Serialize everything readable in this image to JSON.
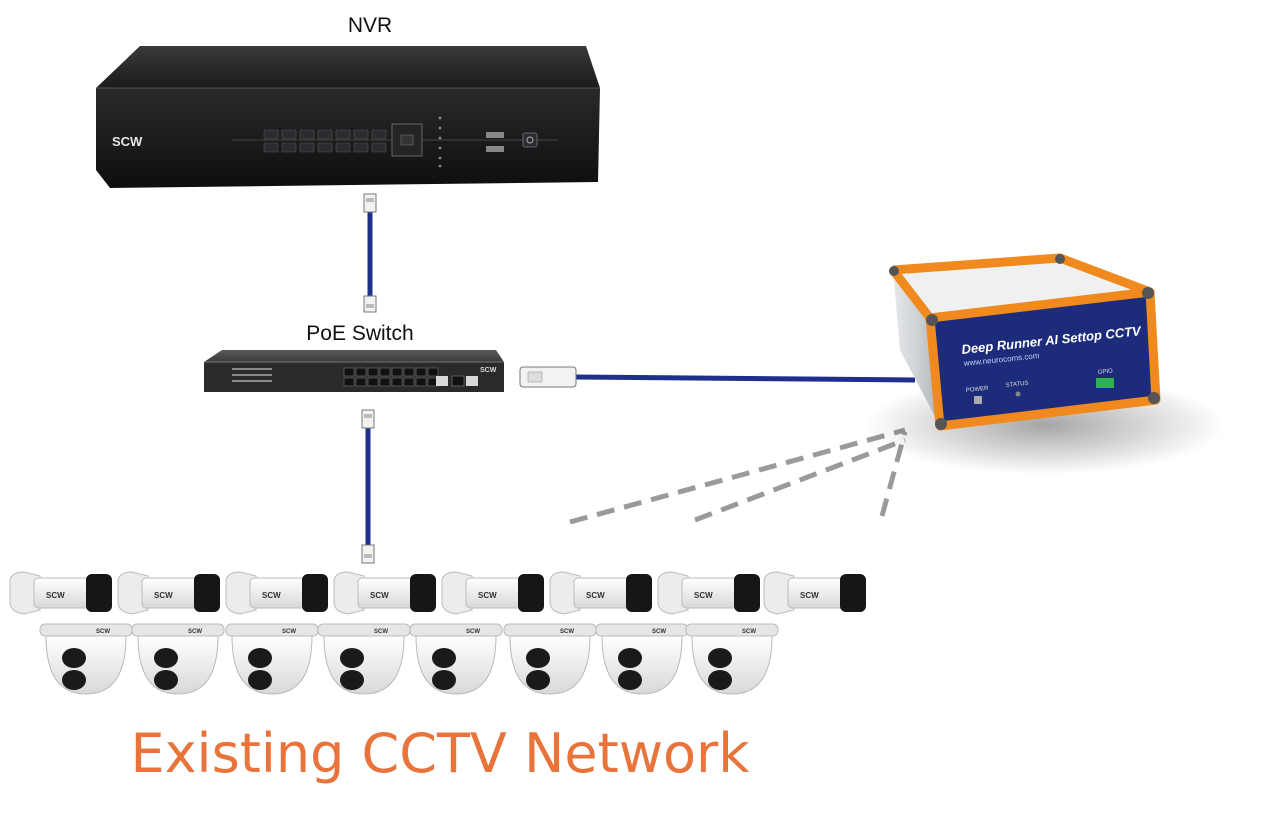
{
  "labels": {
    "nvr": "NVR",
    "poe_switch": "PoE Switch",
    "caption": "Existing CCTV Network"
  },
  "devices": {
    "nvr_brand": "SCW",
    "switch_brand": "SCW",
    "camera_brand": "SCW",
    "ai_box": {
      "name": "Deep Runner AI Settop CCTV",
      "url": "www.neurocoms.com",
      "power_label": "POWER",
      "status_label": "STATUS",
      "gpio_label": "GPIO"
    }
  },
  "colors": {
    "cable": "#1f2f8c",
    "caption": "#e8743b",
    "wireless": "#9a9a9a",
    "ai_frame": "#f08a1e"
  },
  "bullet_cameras": 8,
  "dome_cameras": 8
}
